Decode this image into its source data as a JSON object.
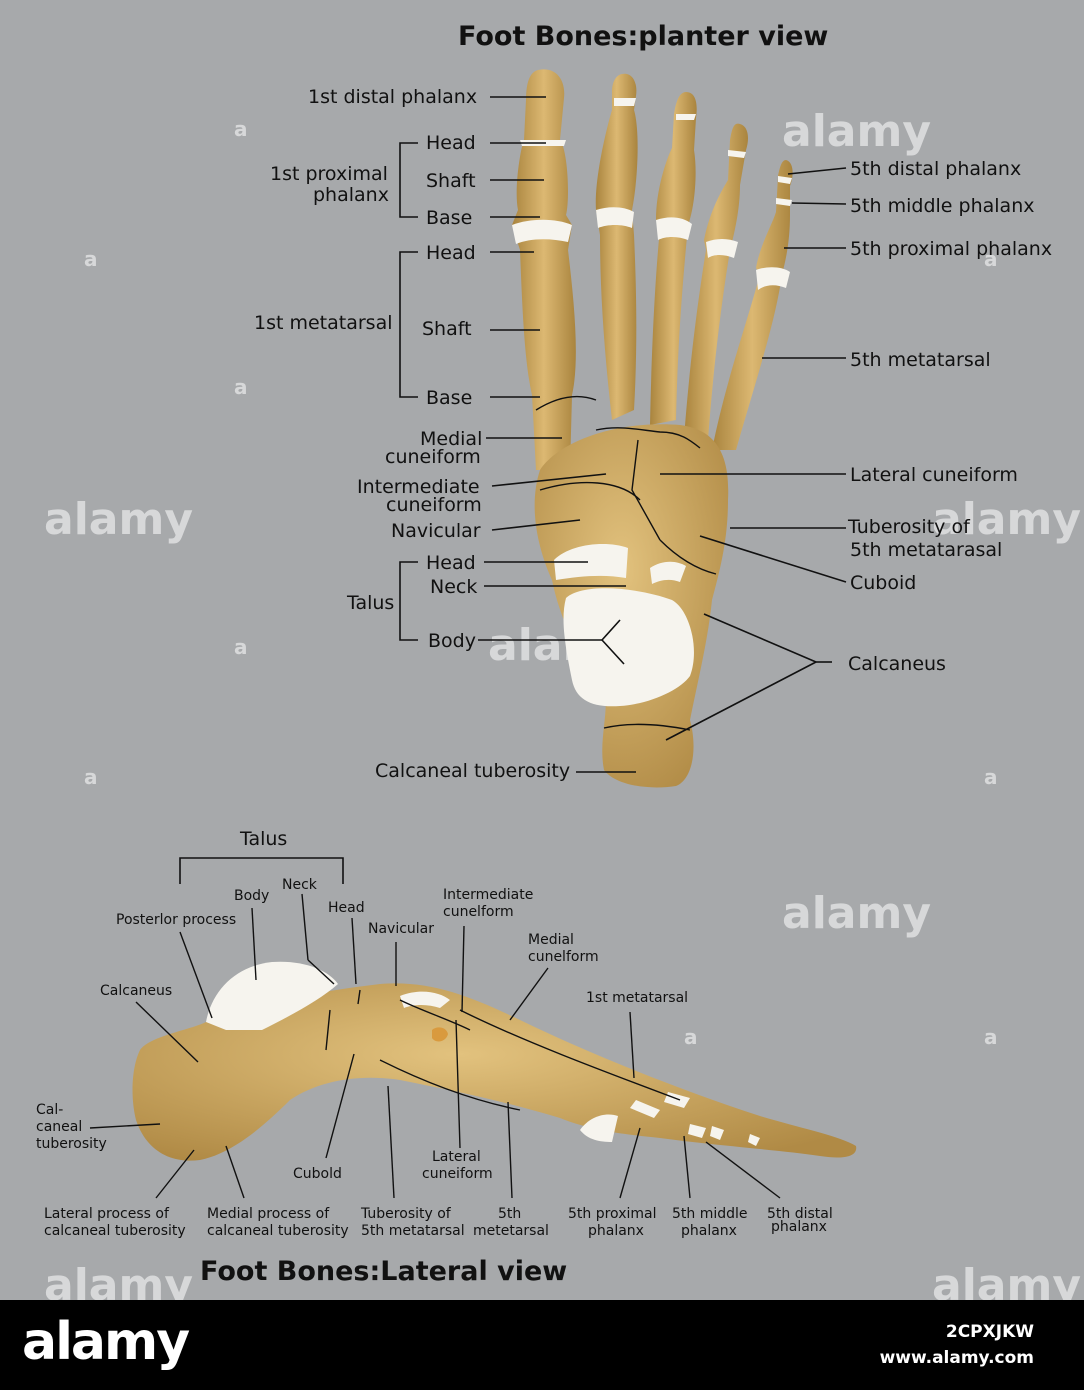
{
  "top_title": "Foot Bones:planter view",
  "bottom_title": "Foot Bones:Lateral view",
  "planter_labels": {
    "first_distal_phalanx": "1st distal phalanx",
    "first_proximal_phalanx_l1": "1st proximal",
    "first_proximal_phalanx_l2": "phalanx",
    "prox_head": "Head",
    "prox_shaft": "Shaft",
    "prox_base": "Base",
    "first_metatarsal": "1st metatarsal",
    "meta_head": "Head",
    "meta_shaft": "Shaft",
    "meta_base": "Base",
    "medial_cuneiform_l1": "Medial",
    "medial_cuneiform_l2": "cuneiform",
    "intermediate_cuneiform_l1": "Intermediate",
    "intermediate_cuneiform_l2": "cuneiform",
    "navicular": "Navicular",
    "talus": "Talus",
    "talus_head": "Head",
    "talus_neck": "Neck",
    "talus_body": "Body",
    "calcaneal_tuberosity": "Calcaneal tuberosity",
    "fifth_distal_phalanx": "5th distal phalanx",
    "fifth_middle_phalanx": "5th middle phalanx",
    "fifth_proximal_phalanx": "5th proximal phalanx",
    "fifth_metatarsal": "5th metatarsal",
    "lateral_cuneiform": "Lateral cuneiform",
    "tuberosity_l1": "Tuberosity of",
    "tuberosity_l2": "5th metatarasal",
    "cuboid": "Cuboid",
    "calcaneus": "Calcaneus"
  },
  "lateral_labels": {
    "talus": "Talus",
    "body": "Body",
    "neck": "Neck",
    "head": "Head",
    "posterior_process": "Posterlor process",
    "navicular": "Navicular",
    "intermediate_cuneiform_l1": "Intermediate",
    "intermediate_cuneiform_l2": "cunelform",
    "medial_cuneiform_l1": "Medial",
    "medial_cuneiform_l2": "cunelform",
    "calcaneus": "Calcaneus",
    "first_metatarsal": "1st metatarsal",
    "calcaneal_tuberosity_l1": "Cal-",
    "calcaneal_tuberosity_l2": "caneal",
    "calcaneal_tuberosity_l3": "tuberosity",
    "cuboid": "Cubold",
    "lateral_cuneiform_l1": "Lateral",
    "lateral_cuneiform_l2": "cuneiform",
    "lateral_process_l1": "Lateral process of",
    "lateral_process_l2": "calcaneal tuberosity",
    "medial_process_l1": "Medial process of",
    "medial_process_l2": "calcaneal tuberosity",
    "tuberosity_l1": "Tuberosity of",
    "tuberosity_l2": "5th metatarsal",
    "fifth_metatarsal_l1": "5th",
    "fifth_metatarsal_l2": "metetarsal",
    "fifth_proximal_l1": "5th proximal",
    "fifth_proximal_l2": "phalanx",
    "fifth_middle_l1": "5th middle",
    "fifth_middle_l2": "phalanx",
    "fifth_distal_l1": "5th distal",
    "fifth_distal_l2": "phalanx"
  },
  "watermark": "alamy",
  "footer": {
    "logo": "alamy",
    "image_id": "2CPXJKW",
    "url": "www.alamy.com"
  },
  "colors": {
    "background": "#a7a9ab",
    "bone": "#d4b06a",
    "cartilage": "#f6f4ee",
    "footer": "#000000"
  }
}
